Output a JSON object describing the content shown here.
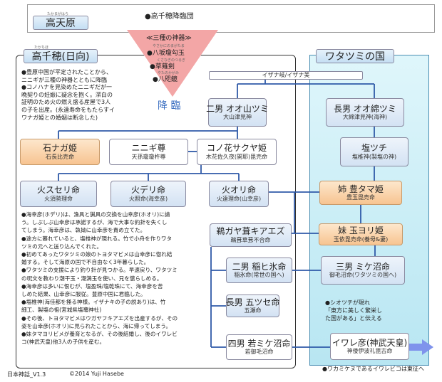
{
  "takamagahara": {
    "title": "高天原",
    "ruby": "たかまがはら",
    "note": "●高千穂降臨団"
  },
  "regalia": {
    "title": "≪三種の神器≫",
    "items": [
      "●八坂瓊勾玉",
      "●草薙剣",
      "●八咫鏡"
    ],
    "ruby": [
      "やさかにのまがたま",
      "くさなぎのつるぎ",
      "やたのかがみ"
    ]
  },
  "korin": "降 臨",
  "takachiho": {
    "title": "高千穂(日向)",
    "ruby": "たかちほ",
    "intro": [
      "●豊原中国が平定されたことから、",
      "ニニギが三種の神器とともに降臨",
      "●コノハナを見染めたニニギだが一",
      "晩契りの妊娠に疑念を抱く。潔白の",
      "証明のため火の燃え盛る産屋で3人",
      "の子を出産。(永遠寿命をもたらすイ",
      "ワナガ姫との婚姻は断念した)"
    ],
    "story": [
      "●海幸彦(ホデリ)は、漁具と猟具の交換を山幸彦(ホオリ)に請",
      "う。しぶしぶ山幸彦は承諾するが、海で大事な釣針を失くし",
      "てしまう。海幸彦は、執拗に山幸彦を責め立てた。",
      "●途方に暮れていると、塩椎神が現れる。竹で小舟を作りワタ",
      "ツミの元へと送り込んでくれた。",
      "●初めてあったワタツミの娘のトヨタマビメは山幸彦に惚れ結",
      "婚する。そして海原の国で不自由なく3年暮らした。",
      "●ワタツミの支援により釣り針が見つかる。早速戻り、ワタツミ",
      "の呪文を教わり潮干玉・潮満玉を使い、兄を懲らしめる。",
      "●海幸彦は多いに恨むが、塩盈珠/塩乾珠にて、海幸彦を苦",
      "しめた結果、山幸彦に服従。豊原中国に君臨した。",
      "●塩椎神(海佳都を掻る神様。イザナキの子の説あり)は、竹",
      "細工、製塩の祖(宮城県塩竈神社)",
      "●その後、トヨタマビメはウガヤフキアエズを出産するが、その",
      "姿を山幸彦(ホオリ)に見られたことから、海に帰ってしまう。",
      "●妹タマヨリビメが養育となるが、その後結婚し、後のイワレビ",
      "コ(神武天皇)他3人の子供を産む。"
    ]
  },
  "watatsumi": {
    "title": "ワタツミの国"
  },
  "izanagi": "イザナ岐/イザナ美",
  "persons": {
    "ooyamatsumi": {
      "name": "二男 オオ山ツミ",
      "sub": "大山津見神"
    },
    "oowatatsumi": {
      "name": "長男 オオ綿ツミ",
      "sub": "大綿津見神(海神)"
    },
    "iwanaga": {
      "name": "石ナガ姫",
      "sub": "石長比売命"
    },
    "ninigi": {
      "name": "ニニギ尊",
      "sub": "天孫瓊瓊杵尊"
    },
    "konohana": {
      "name": "コノ花サクヤ姫",
      "sub": "木花佐久夜(開耶)毘売命"
    },
    "shiotsuchi": {
      "name": "塩ツチ",
      "sub": "塩椎神(製塩の神)"
    },
    "hosuseri": {
      "name": "火スセリ命",
      "sub": "火須勢理命"
    },
    "hoderi": {
      "name": "火デリ命",
      "sub": "火照命(海幸彦)"
    },
    "hoori": {
      "name": "火オリ命",
      "sub": "火遠理命(山幸彦)"
    },
    "toyotama": {
      "name": "姉 豊タマ姫",
      "sub": "豊玉毘売命"
    },
    "ugaya": {
      "name": "鵜ガヤ葺キアエズ",
      "sub": "鵜葺草葺不合命"
    },
    "tamayori": {
      "name": "妹 玉ヨリ姫",
      "sub": "玉依毘売命(養母&妻)"
    },
    "inahi": {
      "name": "二男 稲ヒ氷命",
      "sub": "稲氷命(常世の国へ)"
    },
    "mikenu": {
      "name": "三男 ミケ沼命",
      "sub": "御毛沼命(ワタツミの国へ)"
    },
    "itsuse": {
      "name": "長男 五ツセ命",
      "sub": "五瀬命"
    },
    "wakamikenu": {
      "name": "四男 若ミケ沼命",
      "sub": "若御毛沼命"
    },
    "iware": {
      "name": "イワレ彦(神武天皇)",
      "sub": "神倭伊波礼毘古命"
    }
  },
  "shiotsuchi_note": [
    "●シオツチが現れ",
    "「東方に美しく繁栄し",
    "た国がある」と伝える"
  ],
  "footnote": "●ワカミケヌであるイワレビコは東征へ",
  "footer": {
    "version": "日本神話_V1.3",
    "copyright": "©2014 Yuji Hasebe"
  },
  "colors": {
    "title_blue": "#cfe4f6",
    "sea": "#c9eef7",
    "triangle": "#f3a6a6",
    "orange": "#f7c491",
    "line": "#2f5aa8",
    "arrow": "#7f93ec"
  }
}
